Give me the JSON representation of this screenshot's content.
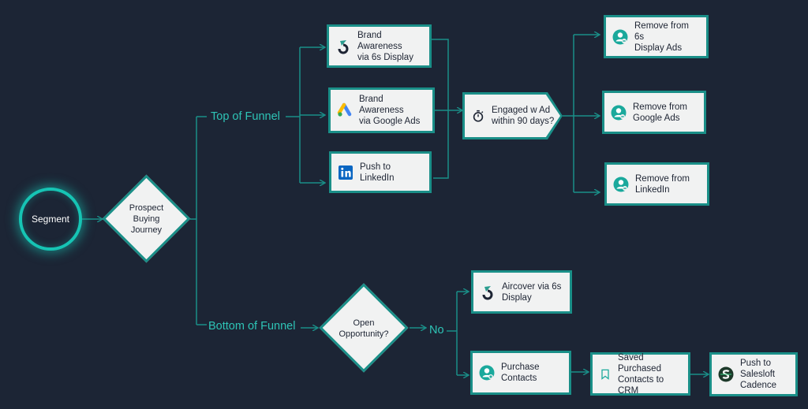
{
  "segment": "Segment",
  "prospect_decision": [
    "Prospect",
    "Buying",
    "Journey"
  ],
  "top_of_funnel": "Top of Funnel",
  "bottom_of_funnel": "Bottom of Funnel",
  "top_channels": [
    {
      "lines": [
        "Brand Awareness",
        "via 6s Display"
      ],
      "icon": "6sense-logo-icon"
    },
    {
      "lines": [
        "Brand Awareness",
        "via Google Ads"
      ],
      "icon": "google-ads-icon"
    },
    {
      "lines": [
        "Push to LinkedIn"
      ],
      "icon": "linkedin-icon"
    }
  ],
  "engaged_decision": [
    "Engaged w Ad",
    "within 90 days?"
  ],
  "remove_actions": [
    {
      "lines": [
        "Remove from 6s",
        "Display Ads"
      ],
      "icon": "user-remove-icon"
    },
    {
      "lines": [
        "Remove from",
        "Google Ads"
      ],
      "icon": "user-remove-icon"
    },
    {
      "lines": [
        "Remove from",
        "LinkedIn"
      ],
      "icon": "user-remove-icon"
    }
  ],
  "open_opportunity": [
    "Open",
    "Opportunity?"
  ],
  "no_label": "No",
  "aircover": {
    "lines": [
      "Aircover via 6s",
      "Display"
    ],
    "icon": "6sense-logo-icon"
  },
  "purchase_contacts": {
    "lines": [
      "Purchase",
      "Contacts"
    ],
    "icon": "user-add-icon"
  },
  "saved_contacts": {
    "lines": [
      "Saved Purchased",
      "Contacts to CRM"
    ],
    "icon": "bookmark-icon"
  },
  "salesloft": {
    "lines": [
      "Push to",
      "Salesloft",
      "Cadence"
    ],
    "icon": "salesloft-logo-icon"
  },
  "colors": {
    "background": "#1c2535",
    "accent": "#1a8f88",
    "label": "#2ec4b6",
    "box": "#f1f2f2"
  }
}
